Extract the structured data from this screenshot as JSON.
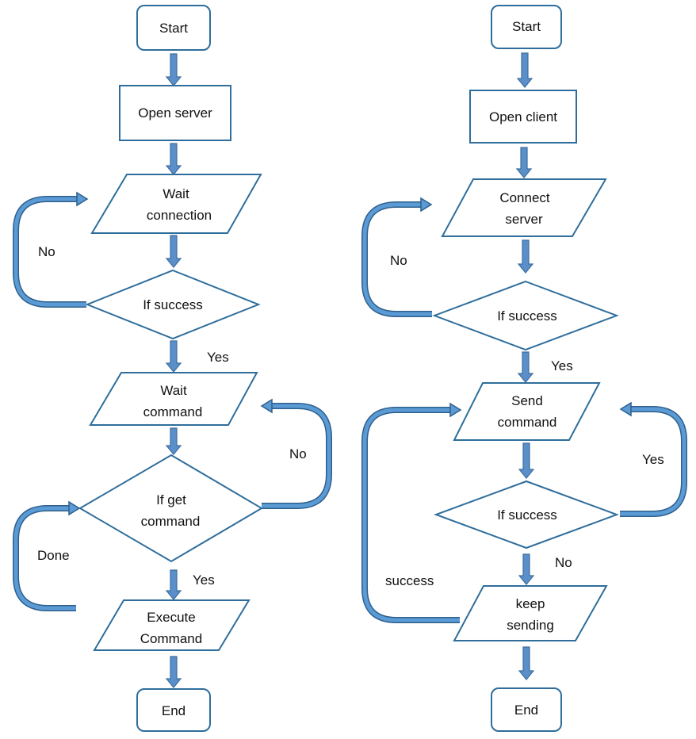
{
  "colors": {
    "node_border": "#2f6e9c",
    "arrow_fill": "#5b8fca",
    "loop_fill": "#5b9bd5",
    "loop_edge": "#2f5f8c"
  },
  "server_flow": {
    "start": "Start",
    "open": "Open server",
    "wait_connection": [
      "Wait",
      "connection"
    ],
    "if_success": "If success",
    "no_label": "No",
    "yes_label": "Yes",
    "wait_command": [
      "Wait",
      "command"
    ],
    "if_get_command": [
      "If get",
      "command"
    ],
    "no_label_2": "No",
    "done_label": "Done",
    "yes_label_2": "Yes",
    "execute": [
      "Execute",
      "Command"
    ],
    "end": "End"
  },
  "client_flow": {
    "start": "Start",
    "open": "Open client",
    "connect": [
      "Connect",
      "server"
    ],
    "if_success": "If success",
    "no_label": "No",
    "yes_label": "Yes",
    "send": [
      "Send",
      "command"
    ],
    "if_success_2": "If success",
    "yes_label_2": "Yes",
    "no_label_2": "No",
    "success_label": "success",
    "keep": [
      "keep",
      "sending"
    ],
    "end": "End"
  }
}
